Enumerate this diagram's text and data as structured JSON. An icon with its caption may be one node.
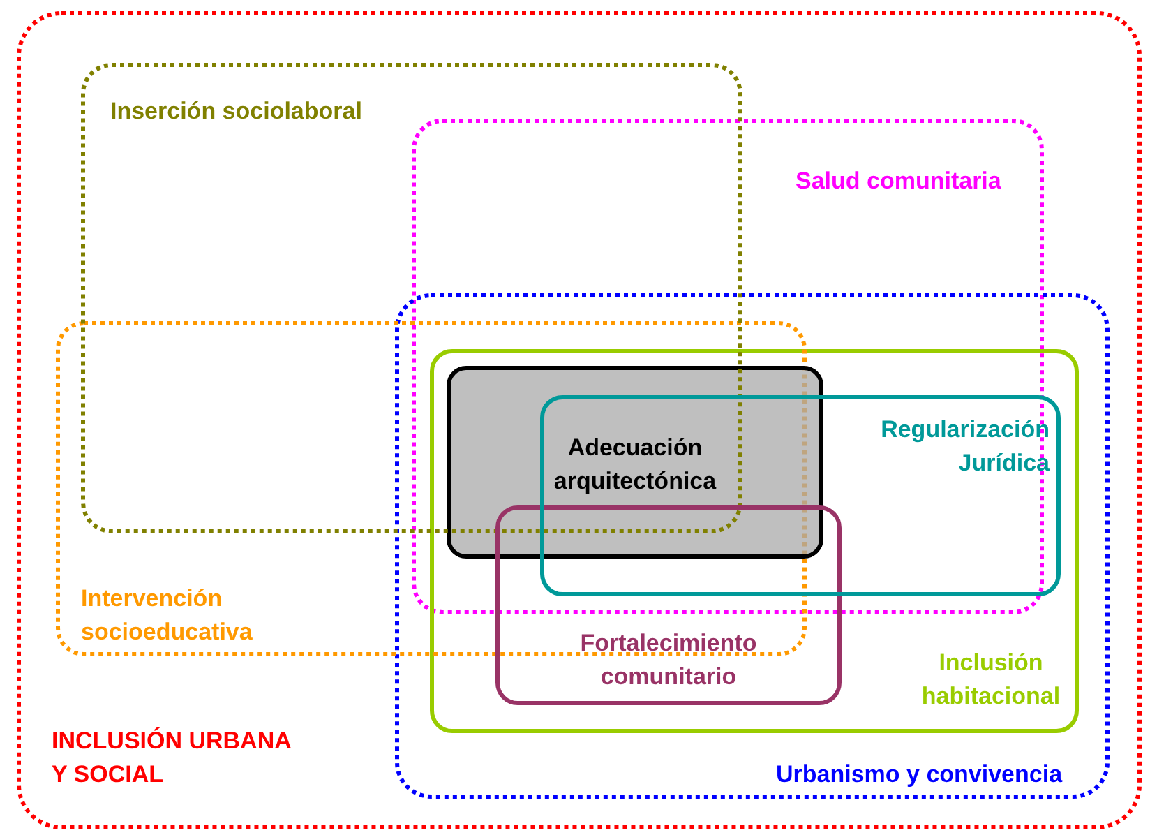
{
  "diagram": {
    "nodes": [
      {
        "text": [
          "INCLUSIÓN URBANA Y SOCIAL"
        ]
      },
      {
        "text": [
          "Inserción sociolaboral"
        ],
        "in": 0
      },
      {
        "text": [
          "Salud comunitaria"
        ],
        "in": 0
      },
      {
        "text": [
          "Urbanismo y convivencia"
        ],
        "in": 0
      },
      {
        "text": [
          "Intervención socioeducativa"
        ],
        "in": 0
      },
      {
        "text": [
          "Inclusión habitacional"
        ],
        "in": 3
      },
      {
        "text": [
          "Adecuación arquitectónica"
        ]
      },
      {
        "text": [
          "Regularización Jurídica"
        ]
      },
      {
        "text": [
          "Fortalecimiento comunitario"
        ],
        "in": 5
      }
    ],
    "edges": []
  }
}
